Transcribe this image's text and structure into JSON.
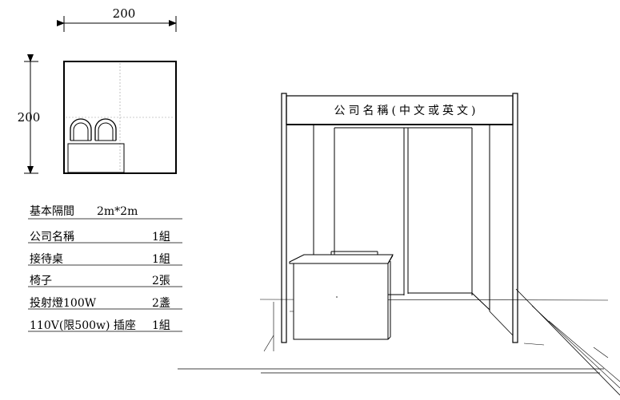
{
  "plan": {
    "width_label": "200",
    "height_label": "200"
  },
  "specs": {
    "title": "基本隔間",
    "size": "2m*2m",
    "items": [
      {
        "name": "公司名稱",
        "qty": "1組"
      },
      {
        "name": "接待桌",
        "qty": "1組"
      },
      {
        "name": "椅子",
        "qty": "2張"
      },
      {
        "name": "投射燈100W",
        "qty": "2盞"
      },
      {
        "name": "110V(限500w) 插座",
        "qty": "1組"
      }
    ]
  },
  "booth": {
    "sign_text": "公司名稱(中文或英文)"
  }
}
